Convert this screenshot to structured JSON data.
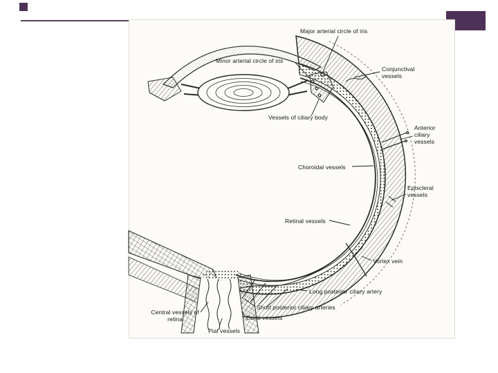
{
  "slide": {
    "background": "#ffffff",
    "accent_color": "#4e3158",
    "rule_color": "#55415f",
    "figure_paper_color": "#fcfbf7",
    "drawing_ink_color": "#2b2b2b"
  },
  "diagram": {
    "description": "Cross-section drawing of the human eye showing its blood vessels",
    "labels": [
      {
        "id": "major-arterial-circle-of-iris",
        "text": "Major arterial circle of iris"
      },
      {
        "id": "minor-arterial-circle-of-iris",
        "text": "Minor arterial circle of iris"
      },
      {
        "id": "conjunctival-vessels",
        "text": "Conjunctival vessels"
      },
      {
        "id": "vessels-of-ciliary-body",
        "text": "Vessels of ciliary body"
      },
      {
        "id": "anterior-ciliary-vessels",
        "text": "Anterior ciliary vessels"
      },
      {
        "id": "choroidal-vessels",
        "text": "Choroidal vessels"
      },
      {
        "id": "episcleral-vessels",
        "text": "Episcleral vessels"
      },
      {
        "id": "retinal-vessels",
        "text": "Retinal vessels"
      },
      {
        "id": "vortex-vein",
        "text": "Vortex vein"
      },
      {
        "id": "long-posterior-ciliary-artery",
        "text": "Long posterior ciliary artery"
      },
      {
        "id": "short-posterior-ciliary-arteries",
        "text": "Short posterior ciliary arteries"
      },
      {
        "id": "central-vessels-of-retina",
        "text": "Central vessels of retina"
      },
      {
        "id": "dural-vessels",
        "text": "Dural vessels"
      },
      {
        "id": "pial-vessels",
        "text": "Pial vessels"
      }
    ]
  }
}
